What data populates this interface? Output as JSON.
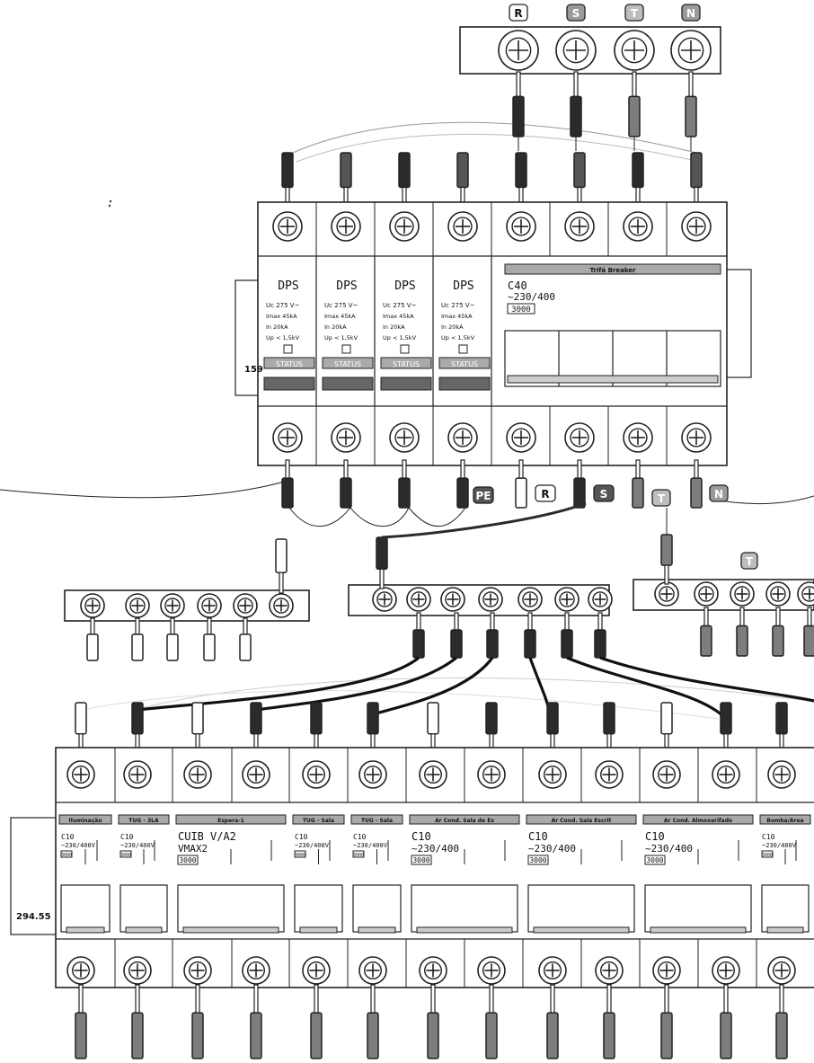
{
  "phase_labels": {
    "r": "R",
    "s": "S",
    "t": "T",
    "n": "N",
    "pe": "PE"
  },
  "dps": [
    {
      "title": "DPS",
      "uc": "Uc 275 V~",
      "imax": "Imax 45kA",
      "in": "In 20kA",
      "up": "Up < 1,5kV",
      "status": "STATUS"
    },
    {
      "title": "DPS",
      "uc": "Uc 275 V~",
      "imax": "Imax 45kA",
      "in": "In 20kA",
      "up": "Up < 1,5kV",
      "status": "STATUS"
    },
    {
      "title": "DPS",
      "uc": "Uc 275 V~",
      "imax": "Imax 45kA",
      "in": "In 20kA",
      "up": "Up < 1,5kV",
      "status": "STATUS"
    },
    {
      "title": "DPS",
      "uc": "Uc 275 V~",
      "imax": "Imax 45kA",
      "in": "In 20kA",
      "up": "Up < 1,5kV",
      "status": "STATUS"
    }
  ],
  "main_breaker": {
    "header": "Trifá Breaker",
    "rating": "C40",
    "voltage": "~230/400",
    "capacity": "3000"
  },
  "rail_labels": {
    "upper": "159",
    "lower": "294.55"
  },
  "breakers": [
    {
      "header": "Iluminação",
      "rating": "C10",
      "voltage": "~230/400V",
      "capacity": "3000",
      "poles": 1
    },
    {
      "header": "TUG - 3LA",
      "rating": "C10",
      "voltage": "~230/400V",
      "capacity": "3000",
      "poles": 1
    },
    {
      "header": "Espera-1",
      "rating": "CUIB",
      "rating2": "V/A2",
      "line2": "VMAX2",
      "capacity": "3000",
      "poles": 2
    },
    {
      "header": "TUG - Sala",
      "rating": "C10",
      "voltage": "~230/400V",
      "capacity": "3000",
      "poles": 1
    },
    {
      "header": "TUG - Sala",
      "rating": "C10",
      "voltage": "~230/400V",
      "capacity": "3000",
      "poles": 1
    },
    {
      "header": "Ar Cond. Sala de Es",
      "rating": "C10",
      "voltage": "~230/400",
      "capacity": "3000",
      "poles": 2
    },
    {
      "header": "Ar Cond. Sala Escrit",
      "rating": "C10",
      "voltage": "~230/400",
      "capacity": "3000",
      "poles": 2
    },
    {
      "header": "Ar Cond. Almoxarifado",
      "rating": "C10",
      "voltage": "~230/400",
      "capacity": "3000",
      "poles": 2
    },
    {
      "header": "Bomba/Area",
      "rating": "C10",
      "voltage": "~230/400V",
      "capacity": "3000",
      "poles": 1
    }
  ],
  "colors": {
    "line": "#222222",
    "dark_wire": "#2b2b2b",
    "gray_wire": "#7d7d7d",
    "header_fill": "#a9a9a9",
    "paper": "#ffffff"
  }
}
